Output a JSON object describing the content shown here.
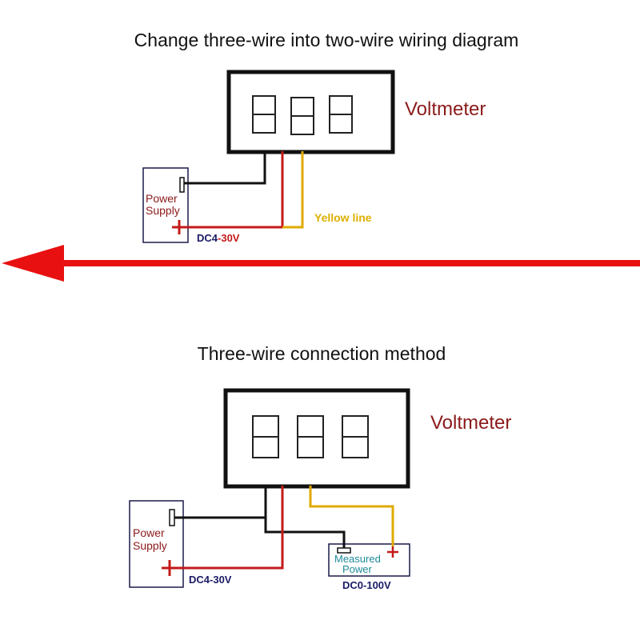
{
  "top": {
    "title": "Change three-wire into two-wire wiring diagram",
    "voltmeter_label": "Voltmeter",
    "power_supply_label_line1": "Power",
    "power_supply_label_line2": "Supply",
    "dc_range_prefix": "DC4",
    "dc_range_suffix": "-30V",
    "yellow_line_label": "Yellow line"
  },
  "bottom": {
    "title": "Three-wire connection method",
    "voltmeter_label": "Voltmeter",
    "power_supply_label_line1": "Power",
    "power_supply_label_line2": "Supply",
    "dc_range_label": "DC4-30V",
    "measured_power_line1": "Measured",
    "measured_power_line2": "Power",
    "measured_range_label": "DC0-100V"
  },
  "colors": {
    "wire_black": "#111111",
    "wire_red": "#c41a1a",
    "wire_yellow": "#e0aa00",
    "arrow_red": "#e81010",
    "box_border": "#1a1a4a",
    "label_red": "#8b1a1a",
    "measured_teal": "#1f8a9a",
    "dc_navy": "#1a1a66"
  },
  "icons": [
    "left-arrow-icon",
    "plus-terminal-icon",
    "minus-terminal-icon",
    "seven-segment-digit-icon"
  ]
}
